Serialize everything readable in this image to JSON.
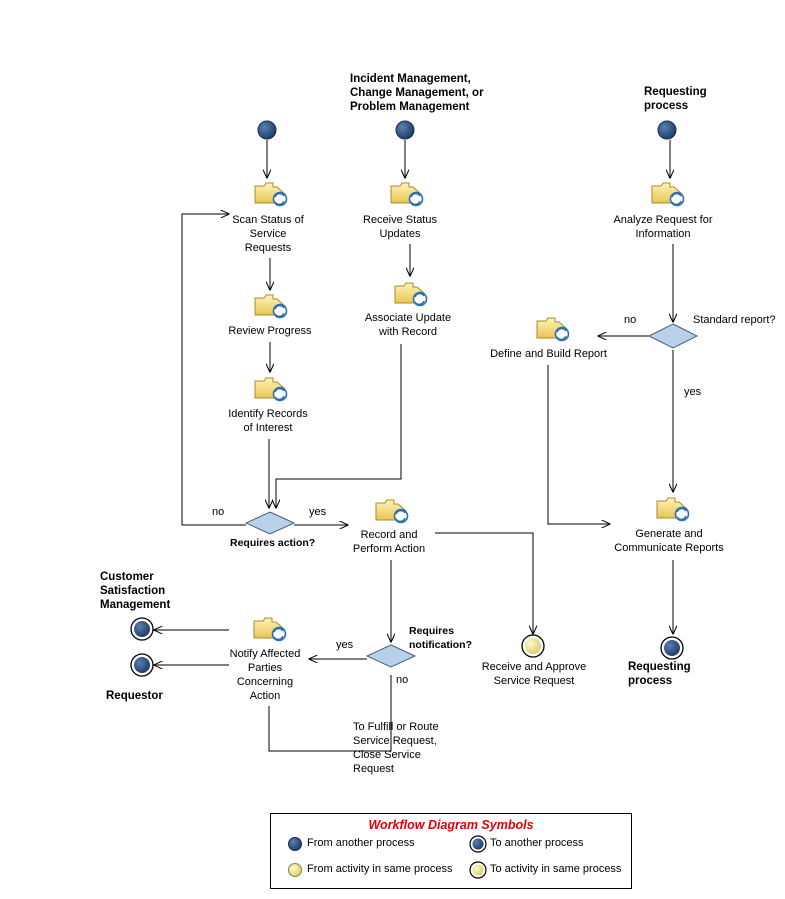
{
  "sources": {
    "incident": "Incident Management,\nChange Management, or\nProblem Management",
    "requesting_top": "Requesting\nprocess"
  },
  "activities": {
    "scan": "Scan Status of\nService\nRequests",
    "review": "Review Progress",
    "identify": "Identify Records\nof Interest",
    "receive_status": "Receive Status\nUpdates",
    "associate": "Associate Update\nwith Record",
    "analyze": "Analyze Request for\nInformation",
    "define": "Define and Build Report",
    "record": "Record and\nPerform Action",
    "generate": "Generate and\nCommunicate Reports",
    "notify": "Notify Affected\nParties\nConcerning\nAction"
  },
  "decisions": {
    "requires_action": "Requires action?",
    "requires_notification": "Requires\nnotification?",
    "standard_report": "Standard report?"
  },
  "branch_labels": {
    "action_no": "no",
    "action_yes": "yes",
    "notification_yes": "yes",
    "notification_no": "no",
    "report_no": "no",
    "report_yes": "yes"
  },
  "endpoints": {
    "csm": "Customer\nSatisfaction\nManagement",
    "requestor": "Requestor",
    "receive_approve": "Receive and Approve\nService Request",
    "requesting_bottom": "Requesting\nprocess",
    "fulfill_note": "To Fulfill or Route\nService Request,\nClose Service\nRequest"
  },
  "legend": {
    "title": "Workflow Diagram Symbols",
    "from_another": "From another process",
    "to_another": "To another process",
    "from_same": "From activity in same process",
    "to_same": "To activity in same process"
  },
  "colors": {
    "process_node": "#2a4a75",
    "same_process_node": "#e8e48c",
    "decision": "#b9d0ea",
    "legend_title": "#e00000"
  }
}
